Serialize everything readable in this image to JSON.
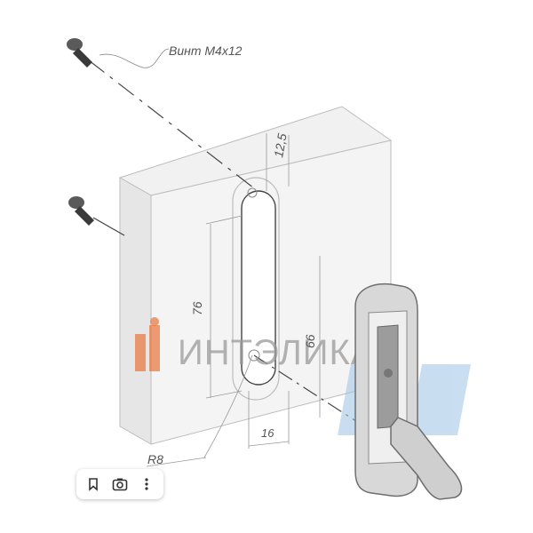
{
  "labels": {
    "screw": "Винт М4х12",
    "dim_width": "12,5",
    "dim_slot_length": "76",
    "dim_hook_length": "66",
    "dim_slot_width": "16",
    "dim_radius": "R8"
  },
  "watermark": {
    "brand_text": "ИНТЭЛИКА",
    "accent_color": "#e8743b",
    "secondary_color": "#9ec3e6"
  },
  "toolbar": {
    "icons": [
      "bookmark-icon",
      "camera-search-icon",
      "more-vertical-icon"
    ]
  }
}
